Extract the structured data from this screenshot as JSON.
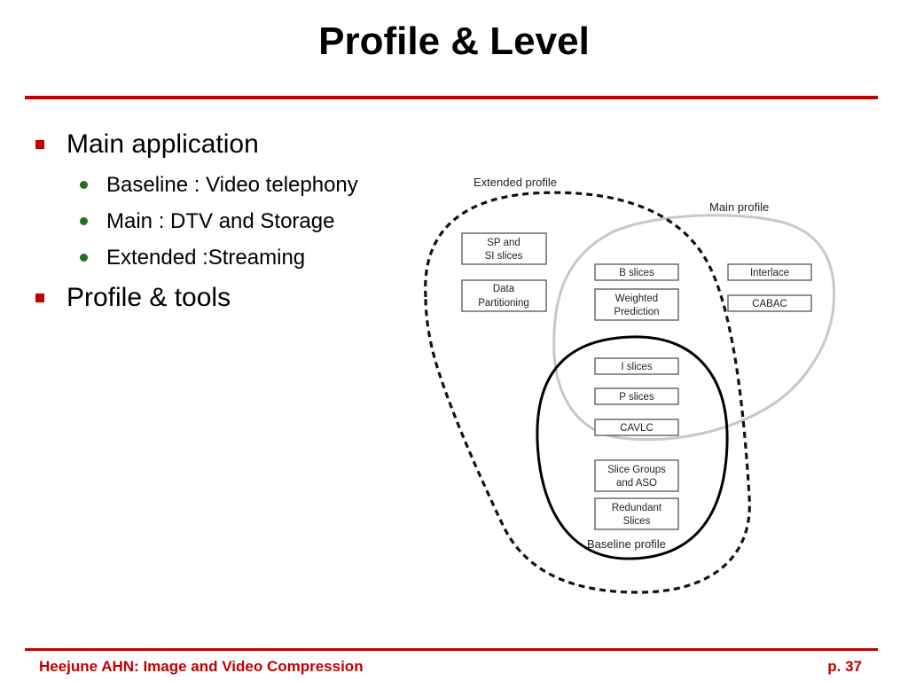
{
  "slide": {
    "title": "Profile & Level",
    "bullets": [
      {
        "text": "Main application",
        "sub": [
          "Baseline : Video telephony",
          "Main : DTV and Storage",
          "Extended :Streaming"
        ]
      },
      {
        "text": "Profile & tools",
        "sub": []
      }
    ],
    "footer_left": "Heejune AHN: Image and Video Compression",
    "footer_right": "p. 37"
  },
  "diagram": {
    "labels": {
      "extended": "Extended profile",
      "main": "Main profile",
      "baseline": "Baseline profile"
    },
    "boxes": {
      "sp_si": [
        "SP and",
        "SI slices"
      ],
      "data_part": [
        "Data",
        "Partitioning"
      ],
      "b_slices": [
        "B slices"
      ],
      "weighted": [
        "Weighted",
        "Prediction"
      ],
      "interlace": [
        "Interlace"
      ],
      "cabac": [
        "CABAC"
      ],
      "i_slices": [
        "I slices"
      ],
      "p_slices": [
        "P slices"
      ],
      "cavlc": [
        "CAVLC"
      ],
      "slice_groups": [
        "Slice Groups",
        "and ASO"
      ],
      "redundant": [
        "Redundant",
        "Slices"
      ]
    }
  },
  "colors": {
    "accent": "#c00000",
    "sub_bullet": "#207020"
  }
}
